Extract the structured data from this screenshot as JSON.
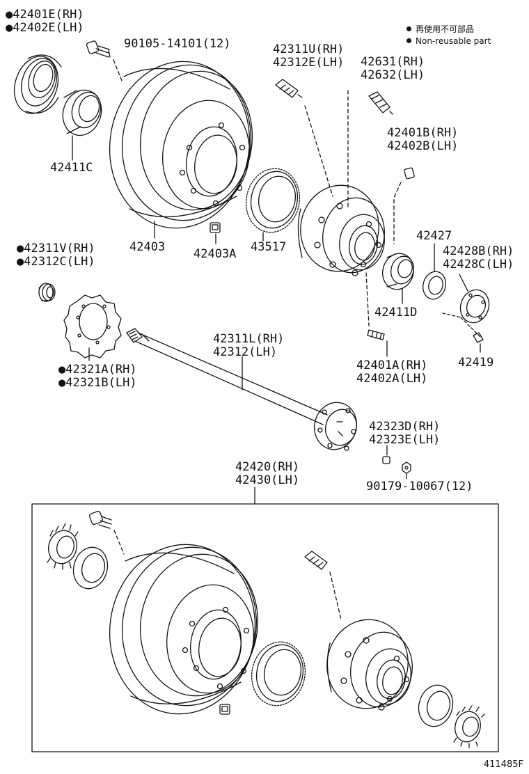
{
  "legend": {
    "non_reusable_jp": "再使用不可部品",
    "non_reusable_en": "Non-reusable part"
  },
  "labels": {
    "p42401E": [
      "●42401E(RH)",
      "●42402E(LH)"
    ],
    "p90105": [
      "90105-14101(12)"
    ],
    "p42411C": [
      "42411C"
    ],
    "p42403": [
      "42403"
    ],
    "p42403A": [
      "42403A"
    ],
    "p43517": [
      "43517"
    ],
    "p42311U": [
      "42311U(RH)",
      "42312E(LH)"
    ],
    "p42631": [
      "42631(RH)",
      "42632(LH)"
    ],
    "p42401B": [
      "42401B(RH)",
      "42402B(LH)"
    ],
    "p42427": [
      "42427"
    ],
    "p42428B": [
      "42428B(RH)",
      "42428C(LH)"
    ],
    "p42411D": [
      "42411D"
    ],
    "p42419": [
      "42419"
    ],
    "p42401A": [
      "42401A(RH)",
      "42402A(LH)"
    ],
    "p42311V": [
      "●42311V(RH)",
      "●42312C(LH)"
    ],
    "p42321A": [
      "●42321A(RH)",
      "●42321B(LH)"
    ],
    "p42311L": [
      "42311L(RH)",
      "42312(LH)"
    ],
    "p42323D": [
      "42323D(RH)",
      "42323E(LH)"
    ],
    "p90179": [
      "90179-10067(12)"
    ],
    "p42420": [
      "42420(RH)",
      "42430(LH)"
    ]
  },
  "figure_number": "411485F"
}
